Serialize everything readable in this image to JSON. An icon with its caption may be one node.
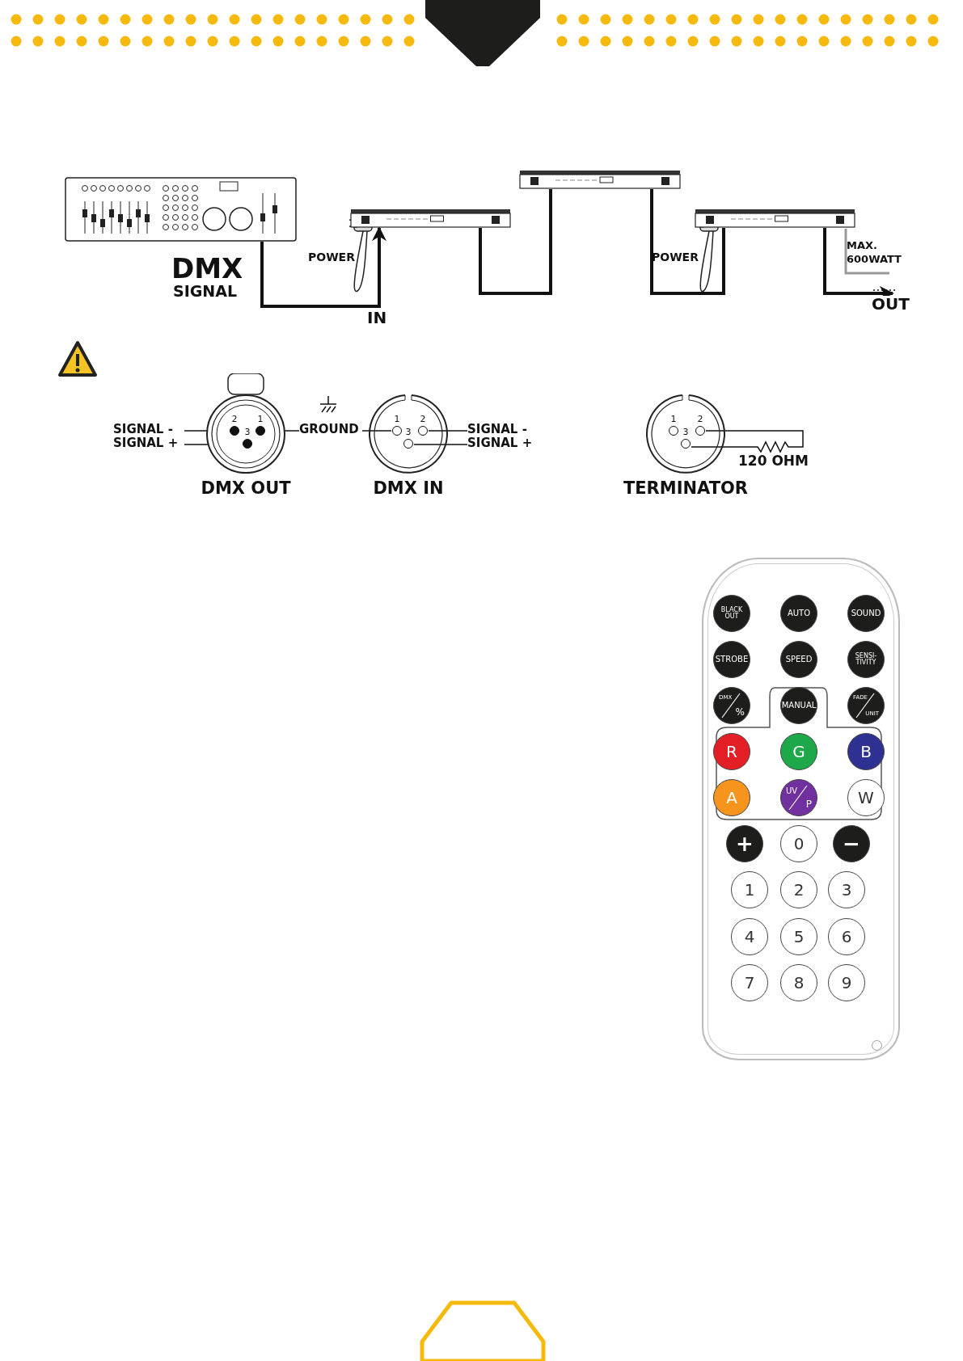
{
  "diagram": {
    "nodes": [
      {
        "text": [],
        "shape": "box"
      },
      {
        "text": [],
        "shape": "bar"
      },
      {
        "text": [],
        "shape": "bar"
      },
      {
        "text": [],
        "shape": "bar"
      },
      {
        "text": [
          "DMX OUT"
        ]
      },
      {
        "text": [
          "2"
        ],
        "in": 4
      },
      {
        "text": [
          "1"
        ],
        "in": 4
      },
      {
        "text": [
          "3"
        ],
        "in": 4
      },
      {
        "text": [
          "DMX IN"
        ]
      },
      {
        "text": [
          "1"
        ],
        "in": 8
      },
      {
        "text": [
          "2"
        ],
        "in": 8
      },
      {
        "text": [
          "3"
        ],
        "in": 8
      },
      {
        "text": [
          "TERMINATOR"
        ]
      },
      {
        "text": [
          "1"
        ],
        "in": 12
      },
      {
        "text": [
          "2"
        ],
        "in": 12
      },
      {
        "text": [
          "3"
        ],
        "in": 12
      },
      {
        "text": [
          "SIGNAL -"
        ]
      },
      {
        "text": [
          "SIGNAL +"
        ]
      },
      {
        "text": [
          "GROUND"
        ]
      },
      {
        "text": [
          "SIGNAL -"
        ]
      },
      {
        "text": [
          "SIGNAL +"
        ]
      },
      {
        "text": [],
        "shape": "box"
      },
      {
        "text": [
          "BLACK OUT"
        ],
        "in": 21
      },
      {
        "text": [
          "AUTO"
        ],
        "in": 21
      },
      {
        "text": [
          "SOUND"
        ],
        "in": 21
      },
      {
        "text": [
          "STROBE"
        ],
        "in": 21
      },
      {
        "text": [
          "SPEED"
        ],
        "in": 21
      },
      {
        "text": [
          "SENSI- TIVITY"
        ],
        "in": 21
      },
      {
        "text": [
          "DMX",
          "%"
        ],
        "in": 21
      },
      {
        "text": [],
        "shape": "box",
        "in": 21
      },
      {
        "text": [
          "MANUAL"
        ],
        "in": 29
      },
      {
        "text": [
          "FADE",
          "UNIT"
        ],
        "in": 21
      },
      {
        "text": [
          "R"
        ],
        "in": 29
      },
      {
        "text": [
          "G"
        ],
        "in": 29
      },
      {
        "text": [
          "B"
        ],
        "in": 29
      },
      {
        "text": [
          "A"
        ],
        "in": 29
      },
      {
        "text": [
          "UV",
          "P"
        ],
        "in": 29
      },
      {
        "text": [
          "W"
        ],
        "in": 29
      },
      {
        "text": [
          "+"
        ],
        "in": 21
      },
      {
        "text": [
          "0"
        ],
        "in": 21
      },
      {
        "text": [
          "−"
        ],
        "in": 21
      },
      {
        "text": [
          "1"
        ],
        "in": 21
      },
      {
        "text": [
          "2"
        ],
        "in": 21
      },
      {
        "text": [
          "3"
        ],
        "in": 21
      },
      {
        "text": [
          "4"
        ],
        "in": 21
      },
      {
        "text": [
          "5"
        ],
        "in": 21
      },
      {
        "text": [
          "6"
        ],
        "in": 21
      },
      {
        "text": [
          "7"
        ],
        "in": 21
      },
      {
        "text": [
          "8"
        ],
        "in": 21
      },
      {
        "text": [
          "9"
        ],
        "in": 21
      }
    ],
    "edges": [
      {
        "from": 0,
        "to": 1,
        "arrow": "to",
        "label": "IN"
      },
      {
        "from": 1,
        "to": 2,
        "arrow": "none"
      },
      {
        "from": 2,
        "to": 3,
        "arrow": "none"
      },
      {
        "from": 3,
        "to": null,
        "arrow": "to",
        "label": "OUT"
      },
      {
        "from": 16,
        "to": 5,
        "arrow": "none"
      },
      {
        "from": 17,
        "to": 7,
        "arrow": "none"
      },
      {
        "from": 18,
        "to": 6,
        "arrow": "none"
      },
      {
        "from": 18,
        "to": 9,
        "arrow": "none"
      },
      {
        "from": 19,
        "to": 10,
        "arrow": "none"
      },
      {
        "from": 20,
        "to": 11,
        "arrow": "none"
      },
      {
        "from": 14,
        "to": 15,
        "arrow": "none",
        "label": "120 OHM"
      }
    ],
    "labels": [
      "DMX",
      "SIGNAL",
      "POWER",
      "POWER",
      "MAX. 600WATT"
    ]
  }
}
